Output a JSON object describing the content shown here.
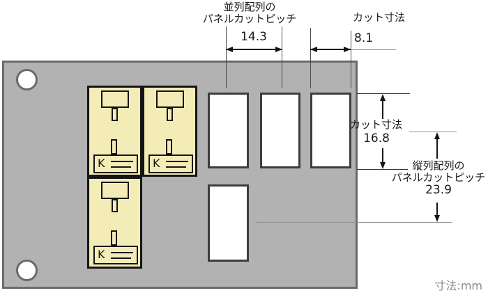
{
  "annotations": {
    "parallel_pitch": {
      "label_line1": "並列配列の",
      "label_line2": "パネルカットピッチ",
      "value": "14.3"
    },
    "cut_width": {
      "label": "カット寸法",
      "value": "8.1"
    },
    "cut_height": {
      "label": "カット寸法",
      "value": "16.8"
    },
    "vertical_pitch": {
      "label_line1": "縦列配列の",
      "label_line2": "パネルカットピッチ",
      "value": "23.9"
    },
    "units": "寸法:mm"
  },
  "panel": {
    "connector_label": "K",
    "mounting_holes": 2,
    "cutouts_top_row": 3,
    "cutouts_bottom_row": 1
  },
  "colors": {
    "panel_fill": "#b2b2b2",
    "panel_border": "#6a6a6a",
    "connector_fill": "#f3ecb6",
    "connector_border": "#151515",
    "cutout_border": "#3d3d3d",
    "dimension_line": "#151515",
    "leader_line": "#8f8f8f",
    "units_text": "#8a8a8a"
  }
}
